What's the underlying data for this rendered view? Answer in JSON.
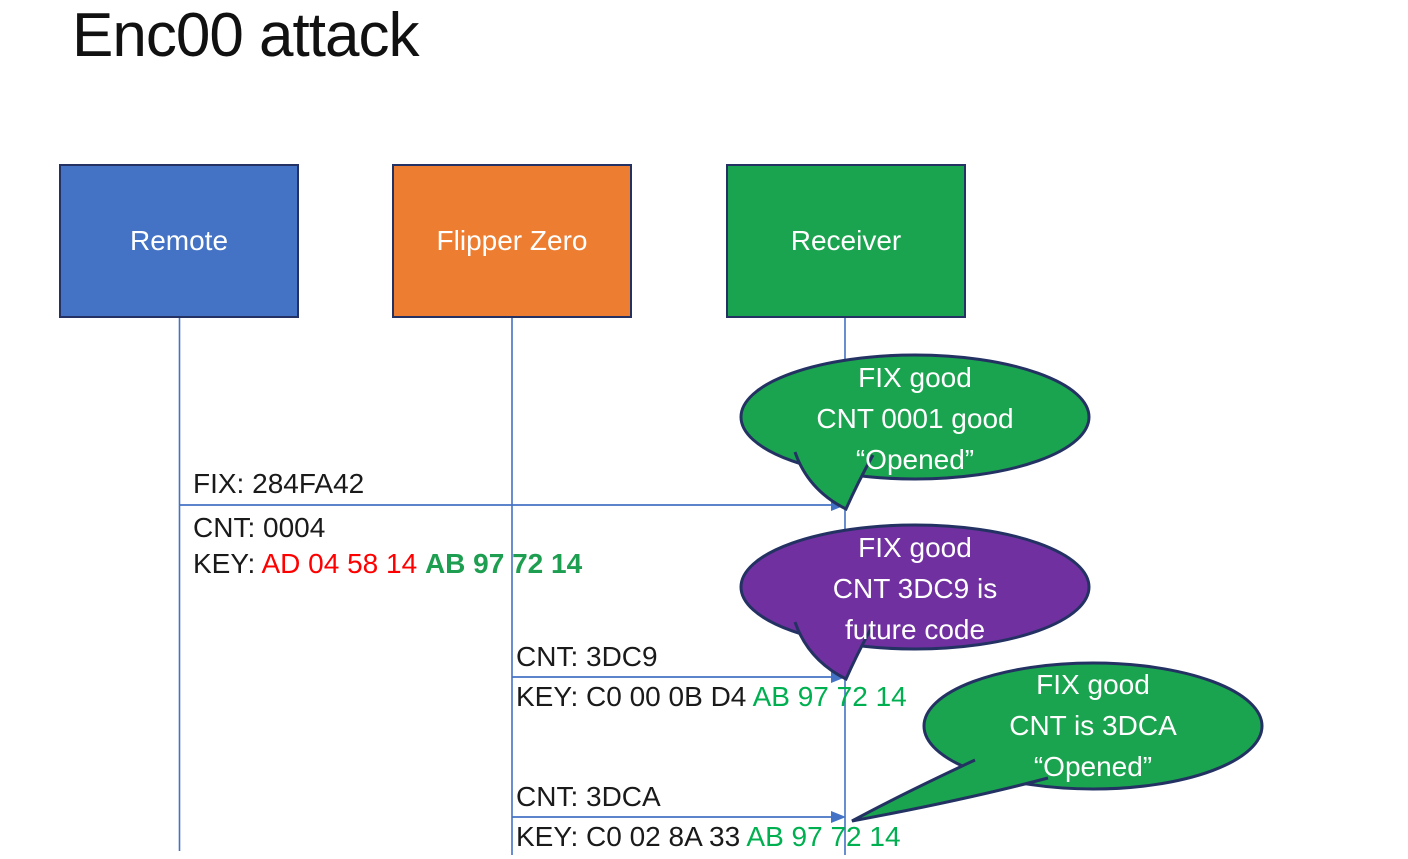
{
  "title": "Enc00 attack",
  "colors": {
    "actor_blue": "#4472C4",
    "actor_orange": "#ED7D31",
    "shape_green": "#1BA44F",
    "callout_purple": "#7030A0",
    "outline_navy": "#233263",
    "line_blue": "#4472C4",
    "key_red": "#FF0000",
    "key_green": "#00B050",
    "text_white": "#FFFFFF",
    "text_black": "#1A1A1A"
  },
  "actors": [
    {
      "label": "Remote"
    },
    {
      "label": "Flipper Zero"
    },
    {
      "label": "Receiver"
    }
  ],
  "messages": [
    {
      "from": "Remote",
      "to": "Receiver",
      "fix": "FIX: 284FA42",
      "cnt": "CNT: 0004",
      "key_prefix": "KEY: ",
      "key_red": "AD 04 58 14 ",
      "key_green": "AB 97 72 14"
    },
    {
      "from": "Flipper Zero",
      "to": "Receiver",
      "cnt": "CNT: 3DC9",
      "key_prefix": "KEY: C0 00 0B D4 ",
      "key_green": "AB 97 72 14"
    },
    {
      "from": "Flipper Zero",
      "to": "Receiver",
      "cnt": "CNT: 3DCA",
      "key_prefix": "KEY: C0 02 8A 33 ",
      "key_green": "AB 97 72 14"
    }
  ],
  "callouts": [
    {
      "style": "green",
      "line1": "FIX good",
      "line2": "CNT 0001 good",
      "line3": "“Opened”"
    },
    {
      "style": "purple",
      "line1": "FIX good",
      "line2": "CNT 3DC9 is",
      "line3": "future code"
    },
    {
      "style": "green",
      "line1": "FIX good",
      "line2": "CNT is 3DCA",
      "line3": "“Opened”"
    }
  ]
}
